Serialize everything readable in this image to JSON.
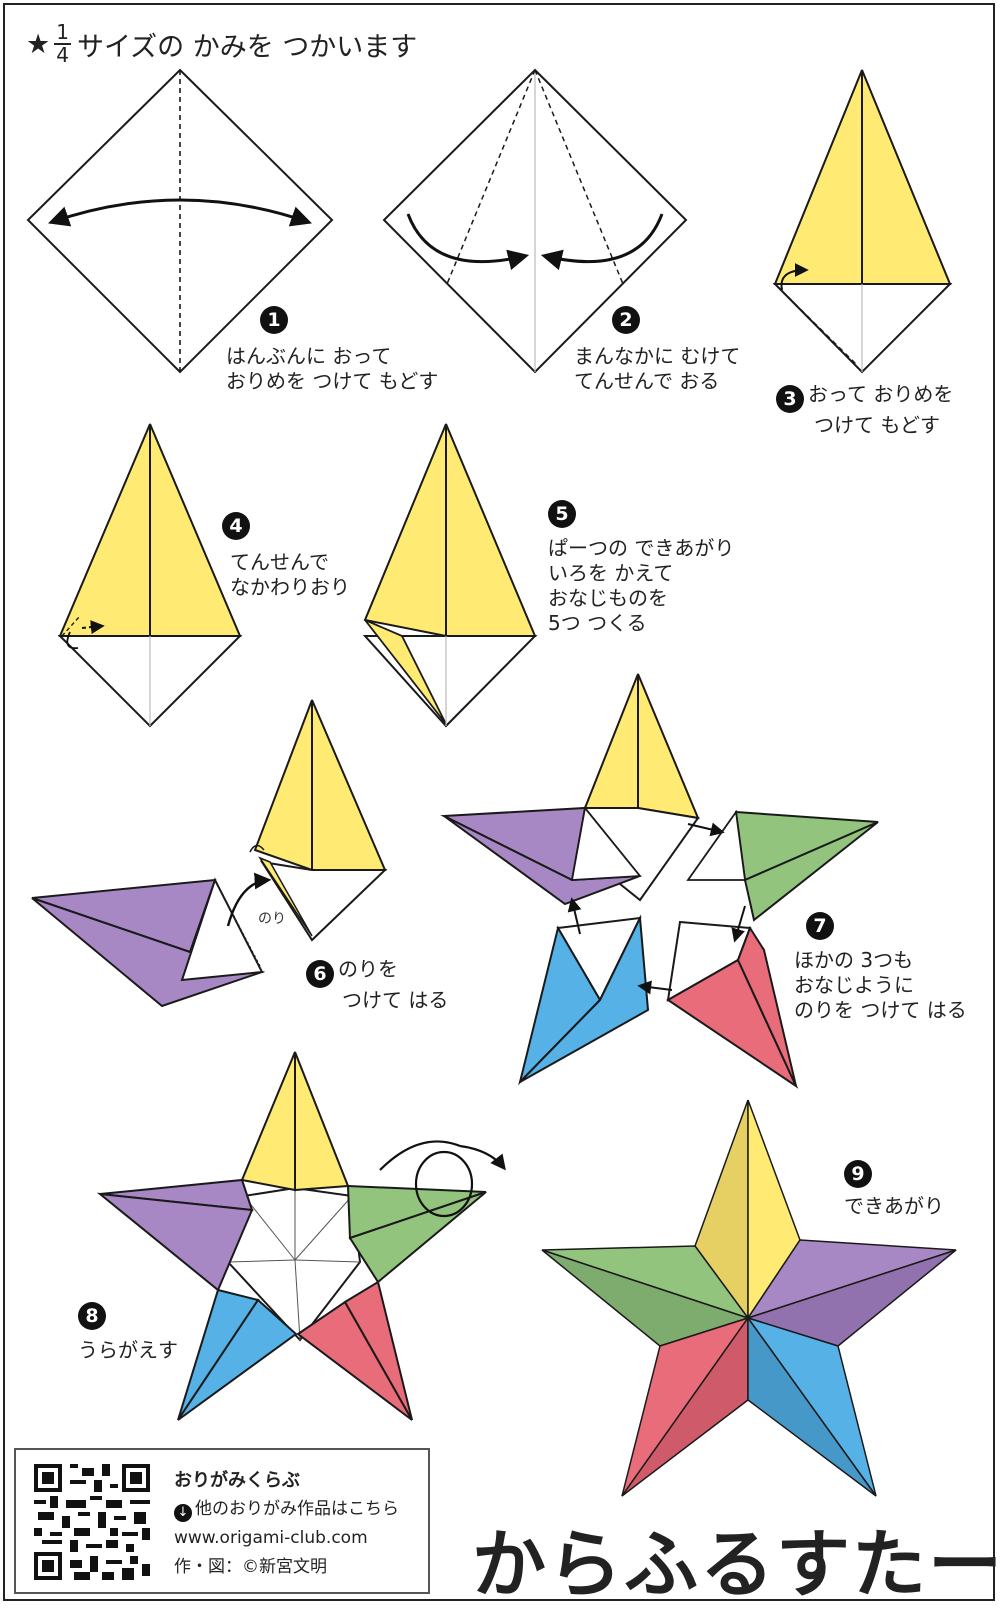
{
  "header": {
    "star": "★",
    "fraction_num": "1",
    "fraction_den": "4",
    "text": "サイズの かみを つかいます"
  },
  "steps": [
    {
      "num": "1",
      "lines": [
        "はんぶんに おって",
        "おりめを つけて もどす"
      ]
    },
    {
      "num": "2",
      "lines": [
        "まんなかに むけて",
        "てんせんで おる"
      ]
    },
    {
      "num": "3",
      "lines": [
        "おって おりめを",
        "つけて もどす"
      ]
    },
    {
      "num": "4",
      "lines": [
        "てんせんで",
        "なかわりおり"
      ]
    },
    {
      "num": "5",
      "lines": [
        "ぱーつの できあがり",
        "いろを かえて",
        "おなじものを",
        "5つ つくる"
      ]
    },
    {
      "num": "6",
      "lines": [
        "のりを",
        "つけて はる"
      ]
    },
    {
      "num": "7",
      "lines": [
        "ほかの 3つも",
        "おなじように",
        "のりを つけて はる"
      ]
    },
    {
      "num": "8",
      "lines": [
        "うらがえす"
      ]
    },
    {
      "num": "9",
      "lines": [
        "できあがり"
      ]
    }
  ],
  "glue_label": "のり",
  "info": {
    "club": "おりがみくらぶ",
    "download_icon": "↓",
    "link_text": "他のおりがみ作品はこちら",
    "url": "www.origami-club.com",
    "credit": "作・図：©新宮文明"
  },
  "title": "からふるすたー",
  "colors": {
    "yellow": "#ffeb73",
    "purple": "#a888c4",
    "green": "#93c47e",
    "blue": "#55b1e6",
    "red": "#e86c7a",
    "outline": "#1a1a1a"
  }
}
